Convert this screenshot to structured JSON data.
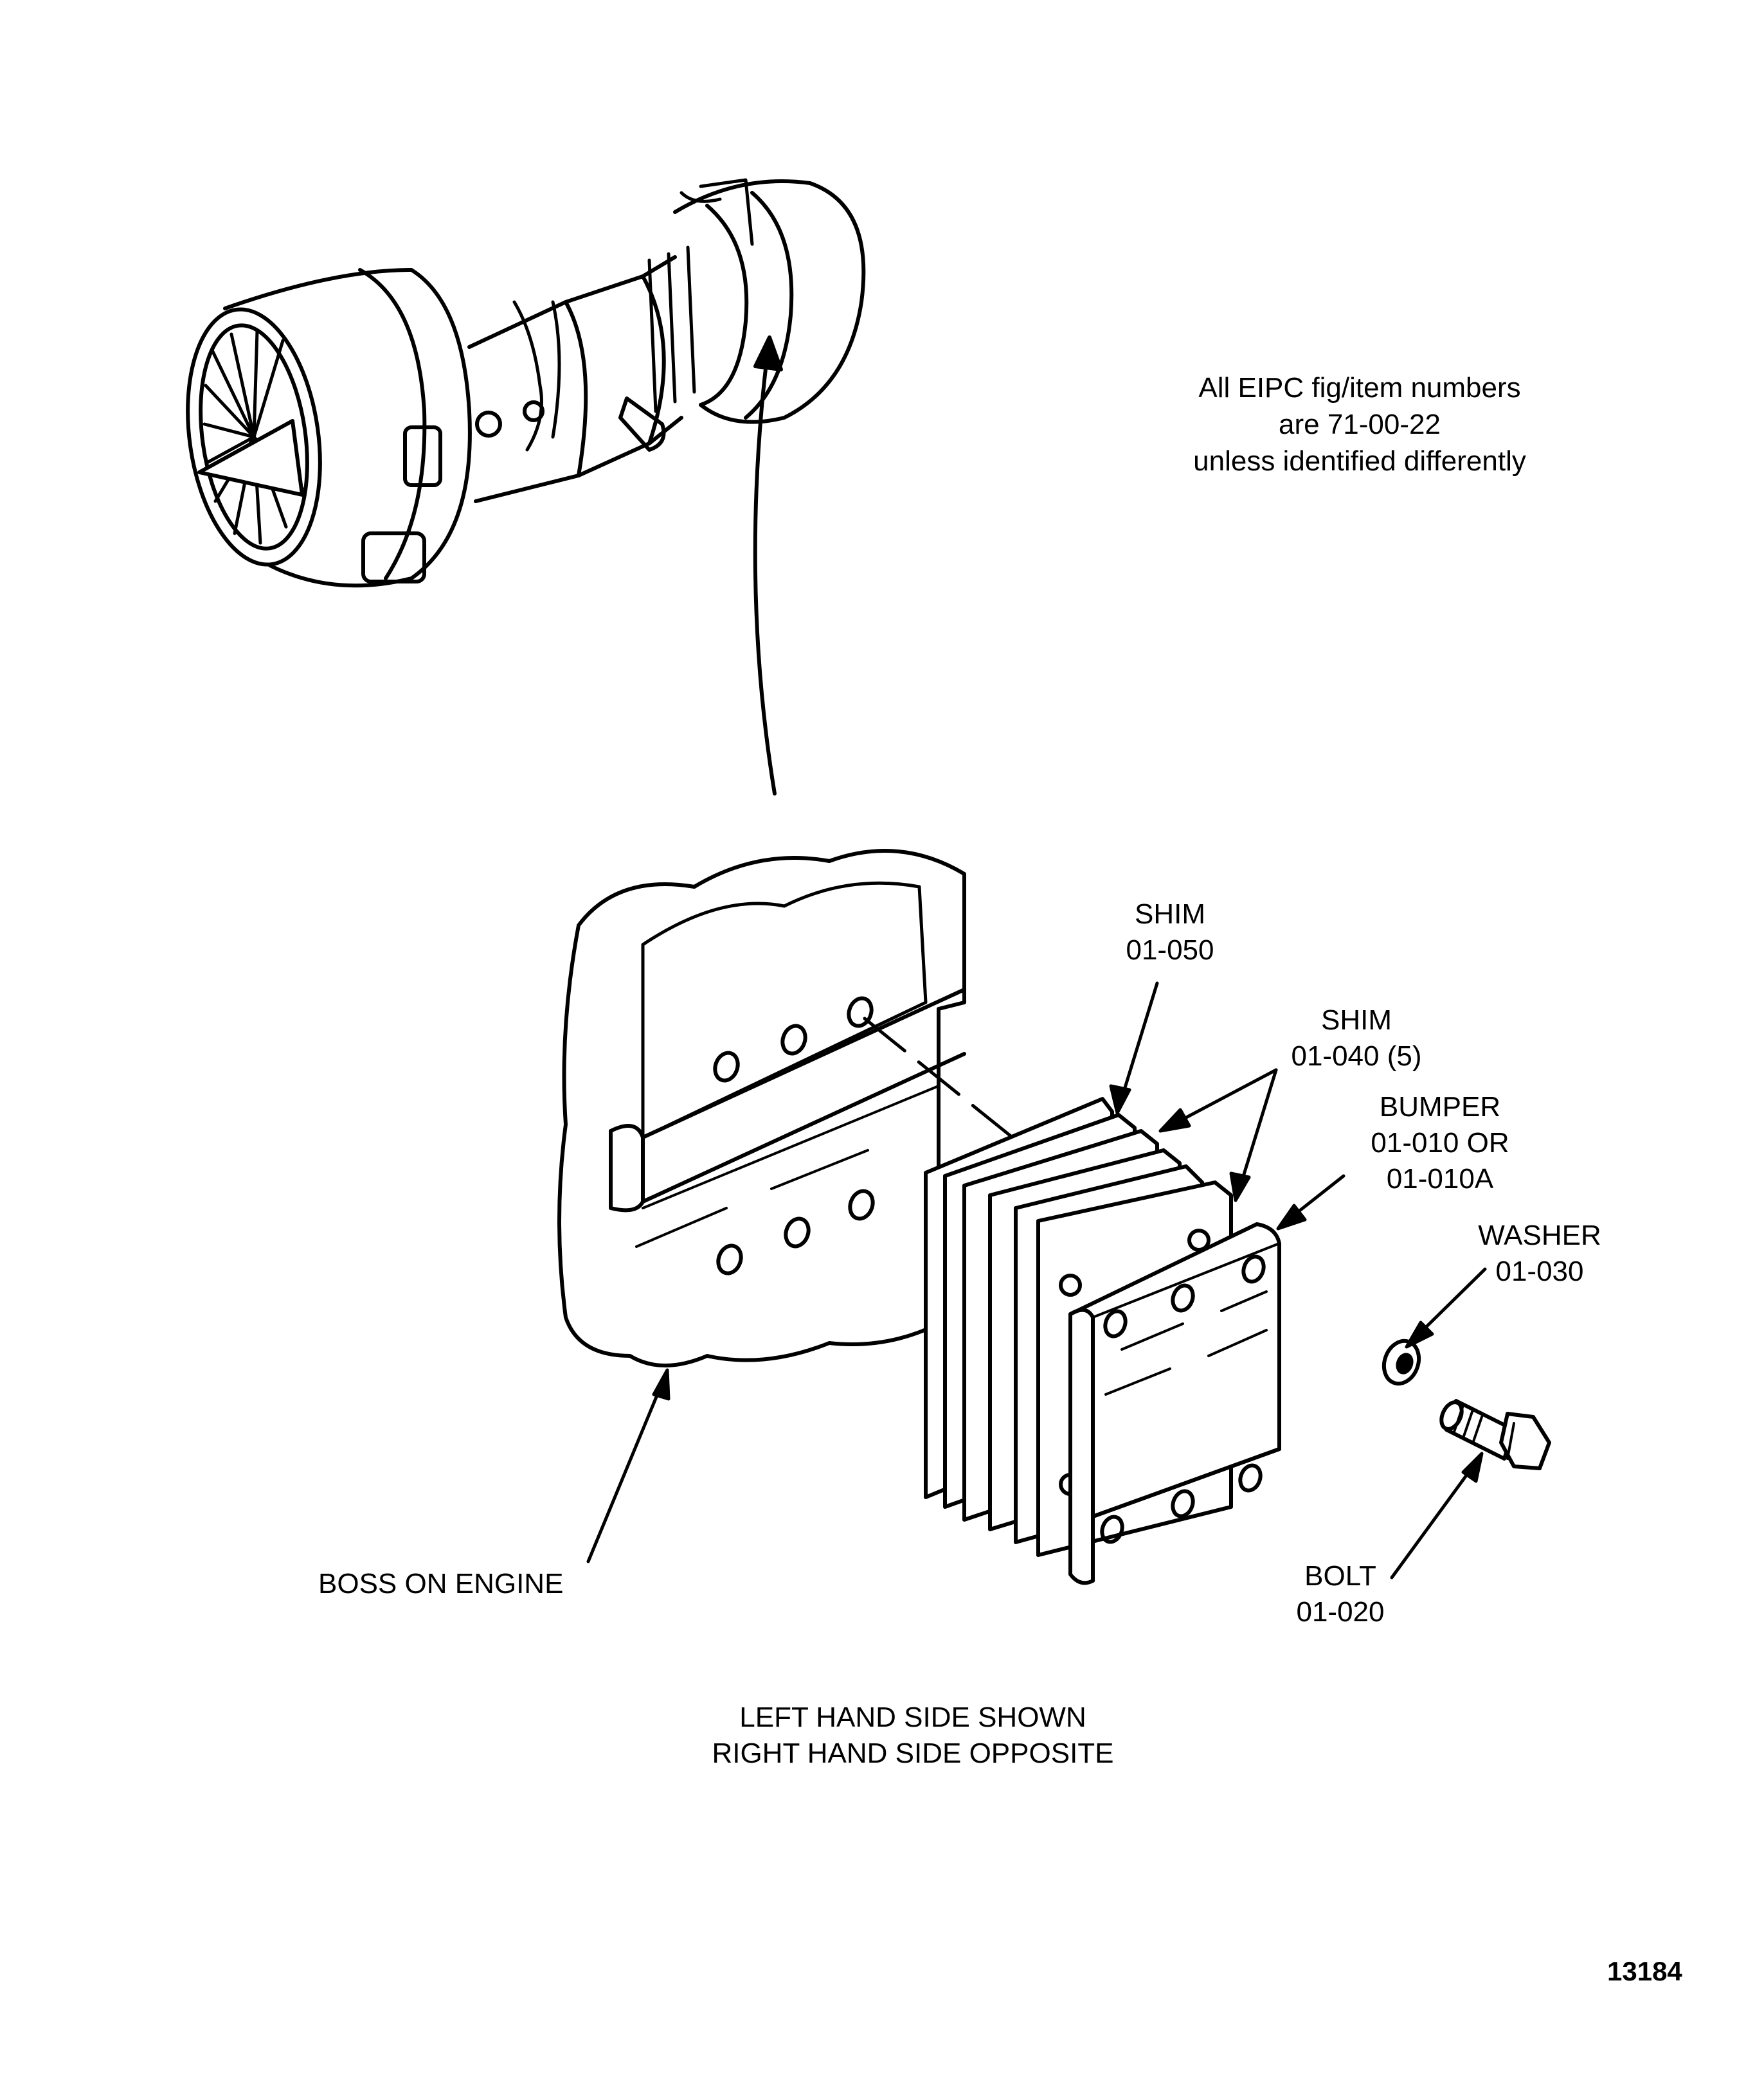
{
  "note": {
    "line1": "All EIPC fig/item numbers",
    "line2": "are 71-00-22",
    "line3": "unless identified differently"
  },
  "callouts": {
    "shim_050": {
      "name": "SHIM",
      "part": "01-050"
    },
    "shim_040": {
      "name": "SHIM",
      "part": "01-040 (5)"
    },
    "bumper": {
      "name": "BUMPER",
      "part1": "01-010 OR",
      "part2": "01-010A"
    },
    "washer": {
      "name": "WASHER",
      "part": "01-030"
    },
    "bolt": {
      "name": "BOLT",
      "part": "01-020"
    },
    "boss": {
      "name": "BOSS ON ENGINE"
    }
  },
  "caption": {
    "line1": "LEFT HAND SIDE SHOWN",
    "line2": "RIGHT HAND SIDE OPPOSITE"
  },
  "figure_number": "13184",
  "colors": {
    "ink": "#000000",
    "paper": "#ffffff"
  }
}
